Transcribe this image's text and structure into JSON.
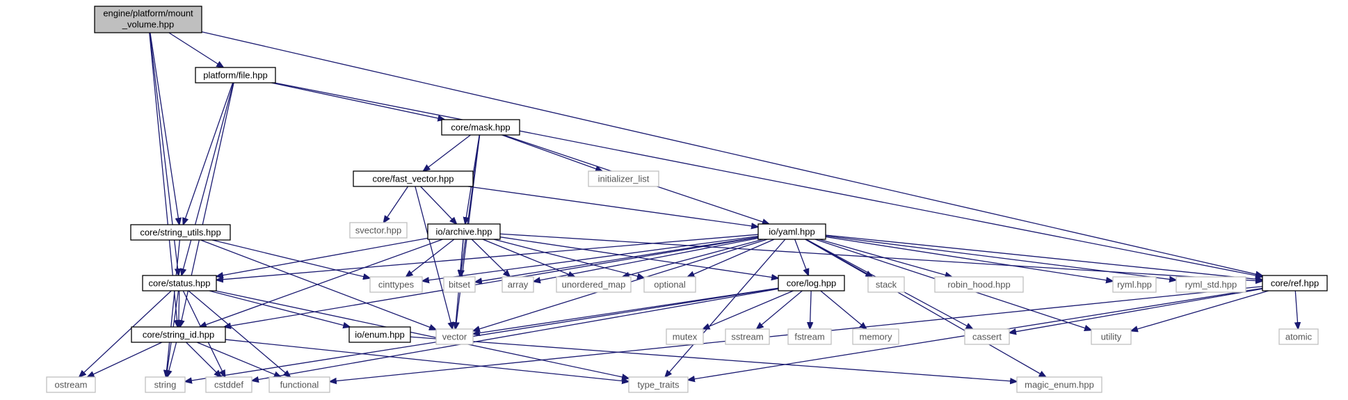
{
  "diagram": {
    "colors": {
      "edge": "#191970",
      "root_fill": "#bfbfbf",
      "local_border": "#000000",
      "system_border": "#bfbfbf",
      "system_text": "#555555"
    },
    "nodes": [
      {
        "id": "mount_volume",
        "label": "engine/platform/mount",
        "label2": "_volume.hpp",
        "kind": "root"
      },
      {
        "id": "file",
        "label": "platform/file.hpp",
        "kind": "local"
      },
      {
        "id": "mask",
        "label": "core/mask.hpp",
        "kind": "local"
      },
      {
        "id": "fast_vector",
        "label": "core/fast_vector.hpp",
        "kind": "local"
      },
      {
        "id": "initializer_list",
        "label": "initializer_list",
        "kind": "system"
      },
      {
        "id": "string_utils",
        "label": "core/string_utils.hpp",
        "kind": "local"
      },
      {
        "id": "svector",
        "label": "svector.hpp",
        "kind": "system"
      },
      {
        "id": "archive",
        "label": "io/archive.hpp",
        "kind": "local"
      },
      {
        "id": "yaml",
        "label": "io/yaml.hpp",
        "kind": "local"
      },
      {
        "id": "status",
        "label": "core/status.hpp",
        "kind": "local"
      },
      {
        "id": "cinttypes",
        "label": "cinttypes",
        "kind": "system"
      },
      {
        "id": "bitset",
        "label": "bitset",
        "kind": "system"
      },
      {
        "id": "array",
        "label": "array",
        "kind": "system"
      },
      {
        "id": "unordered_map",
        "label": "unordered_map",
        "kind": "system"
      },
      {
        "id": "optional",
        "label": "optional",
        "kind": "system"
      },
      {
        "id": "log",
        "label": "core/log.hpp",
        "kind": "local"
      },
      {
        "id": "stack",
        "label": "stack",
        "kind": "system"
      },
      {
        "id": "robin_hood",
        "label": "robin_hood.hpp",
        "kind": "system"
      },
      {
        "id": "ryml",
        "label": "ryml.hpp",
        "kind": "system"
      },
      {
        "id": "ryml_std",
        "label": "ryml_std.hpp",
        "kind": "system"
      },
      {
        "id": "ref",
        "label": "core/ref.hpp",
        "kind": "local"
      },
      {
        "id": "string_id",
        "label": "core/string_id.hpp",
        "kind": "local"
      },
      {
        "id": "enum",
        "label": "io/enum.hpp",
        "kind": "local"
      },
      {
        "id": "vector",
        "label": "vector",
        "kind": "system"
      },
      {
        "id": "mutex",
        "label": "mutex",
        "kind": "system"
      },
      {
        "id": "sstream",
        "label": "sstream",
        "kind": "system"
      },
      {
        "id": "fstream",
        "label": "fstream",
        "kind": "system"
      },
      {
        "id": "memory",
        "label": "memory",
        "kind": "system"
      },
      {
        "id": "cassert",
        "label": "cassert",
        "kind": "system"
      },
      {
        "id": "utility",
        "label": "utility",
        "kind": "system"
      },
      {
        "id": "atomic",
        "label": "atomic",
        "kind": "system"
      },
      {
        "id": "ostream",
        "label": "ostream",
        "kind": "system"
      },
      {
        "id": "string",
        "label": "string",
        "kind": "system"
      },
      {
        "id": "cstddef",
        "label": "cstddef",
        "kind": "system"
      },
      {
        "id": "functional",
        "label": "functional",
        "kind": "system"
      },
      {
        "id": "type_traits",
        "label": "type_traits",
        "kind": "system"
      },
      {
        "id": "magic_enum",
        "label": "magic_enum.hpp",
        "kind": "system"
      }
    ],
    "edges": [
      [
        "mount_volume",
        "file"
      ],
      [
        "mount_volume",
        "string_utils"
      ],
      [
        "mount_volume",
        "status"
      ],
      [
        "mount_volume",
        "string_id"
      ],
      [
        "mount_volume",
        "ref"
      ],
      [
        "file",
        "mask"
      ],
      [
        "file",
        "string_utils"
      ],
      [
        "file",
        "status"
      ],
      [
        "file",
        "string_id"
      ],
      [
        "file",
        "ref"
      ],
      [
        "mask",
        "fast_vector"
      ],
      [
        "mask",
        "initializer_list"
      ],
      [
        "mask",
        "archive"
      ],
      [
        "mask",
        "yaml"
      ],
      [
        "mask",
        "bitset"
      ],
      [
        "mask",
        "vector"
      ],
      [
        "fast_vector",
        "svector"
      ],
      [
        "fast_vector",
        "archive"
      ],
      [
        "fast_vector",
        "yaml"
      ],
      [
        "fast_vector",
        "vector"
      ],
      [
        "string_utils",
        "cinttypes"
      ],
      [
        "string_utils",
        "vector"
      ],
      [
        "string_utils",
        "string"
      ],
      [
        "archive",
        "status"
      ],
      [
        "archive",
        "cinttypes"
      ],
      [
        "archive",
        "bitset"
      ],
      [
        "archive",
        "array"
      ],
      [
        "archive",
        "unordered_map"
      ],
      [
        "archive",
        "optional"
      ],
      [
        "archive",
        "log"
      ],
      [
        "archive",
        "ref"
      ],
      [
        "archive",
        "vector"
      ],
      [
        "archive",
        "string_id"
      ],
      [
        "yaml",
        "status"
      ],
      [
        "yaml",
        "cinttypes"
      ],
      [
        "yaml",
        "bitset"
      ],
      [
        "yaml",
        "array"
      ],
      [
        "yaml",
        "unordered_map"
      ],
      [
        "yaml",
        "optional"
      ],
      [
        "yaml",
        "log"
      ],
      [
        "yaml",
        "stack"
      ],
      [
        "yaml",
        "robin_hood"
      ],
      [
        "yaml",
        "ryml"
      ],
      [
        "yaml",
        "ryml_std"
      ],
      [
        "yaml",
        "ref"
      ],
      [
        "yaml",
        "vector"
      ],
      [
        "yaml",
        "string_id"
      ],
      [
        "yaml",
        "cassert"
      ],
      [
        "yaml",
        "utility"
      ],
      [
        "yaml",
        "type_traits"
      ],
      [
        "yaml",
        "magic_enum"
      ],
      [
        "status",
        "string_id"
      ],
      [
        "status",
        "enum"
      ],
      [
        "status",
        "ostream"
      ],
      [
        "status",
        "string"
      ],
      [
        "status",
        "cstddef"
      ],
      [
        "status",
        "functional"
      ],
      [
        "status",
        "type_traits"
      ],
      [
        "log",
        "vector"
      ],
      [
        "log",
        "mutex"
      ],
      [
        "log",
        "sstream"
      ],
      [
        "log",
        "fstream"
      ],
      [
        "log",
        "memory"
      ],
      [
        "log",
        "string"
      ],
      [
        "log",
        "cstddef"
      ],
      [
        "ref",
        "cassert"
      ],
      [
        "ref",
        "utility"
      ],
      [
        "ref",
        "atomic"
      ],
      [
        "ref",
        "functional"
      ],
      [
        "ref",
        "type_traits"
      ],
      [
        "string_id",
        "ostream"
      ],
      [
        "string_id",
        "string"
      ],
      [
        "string_id",
        "cstddef"
      ],
      [
        "string_id",
        "functional"
      ],
      [
        "string_id",
        "type_traits"
      ],
      [
        "enum",
        "magic_enum"
      ]
    ]
  }
}
